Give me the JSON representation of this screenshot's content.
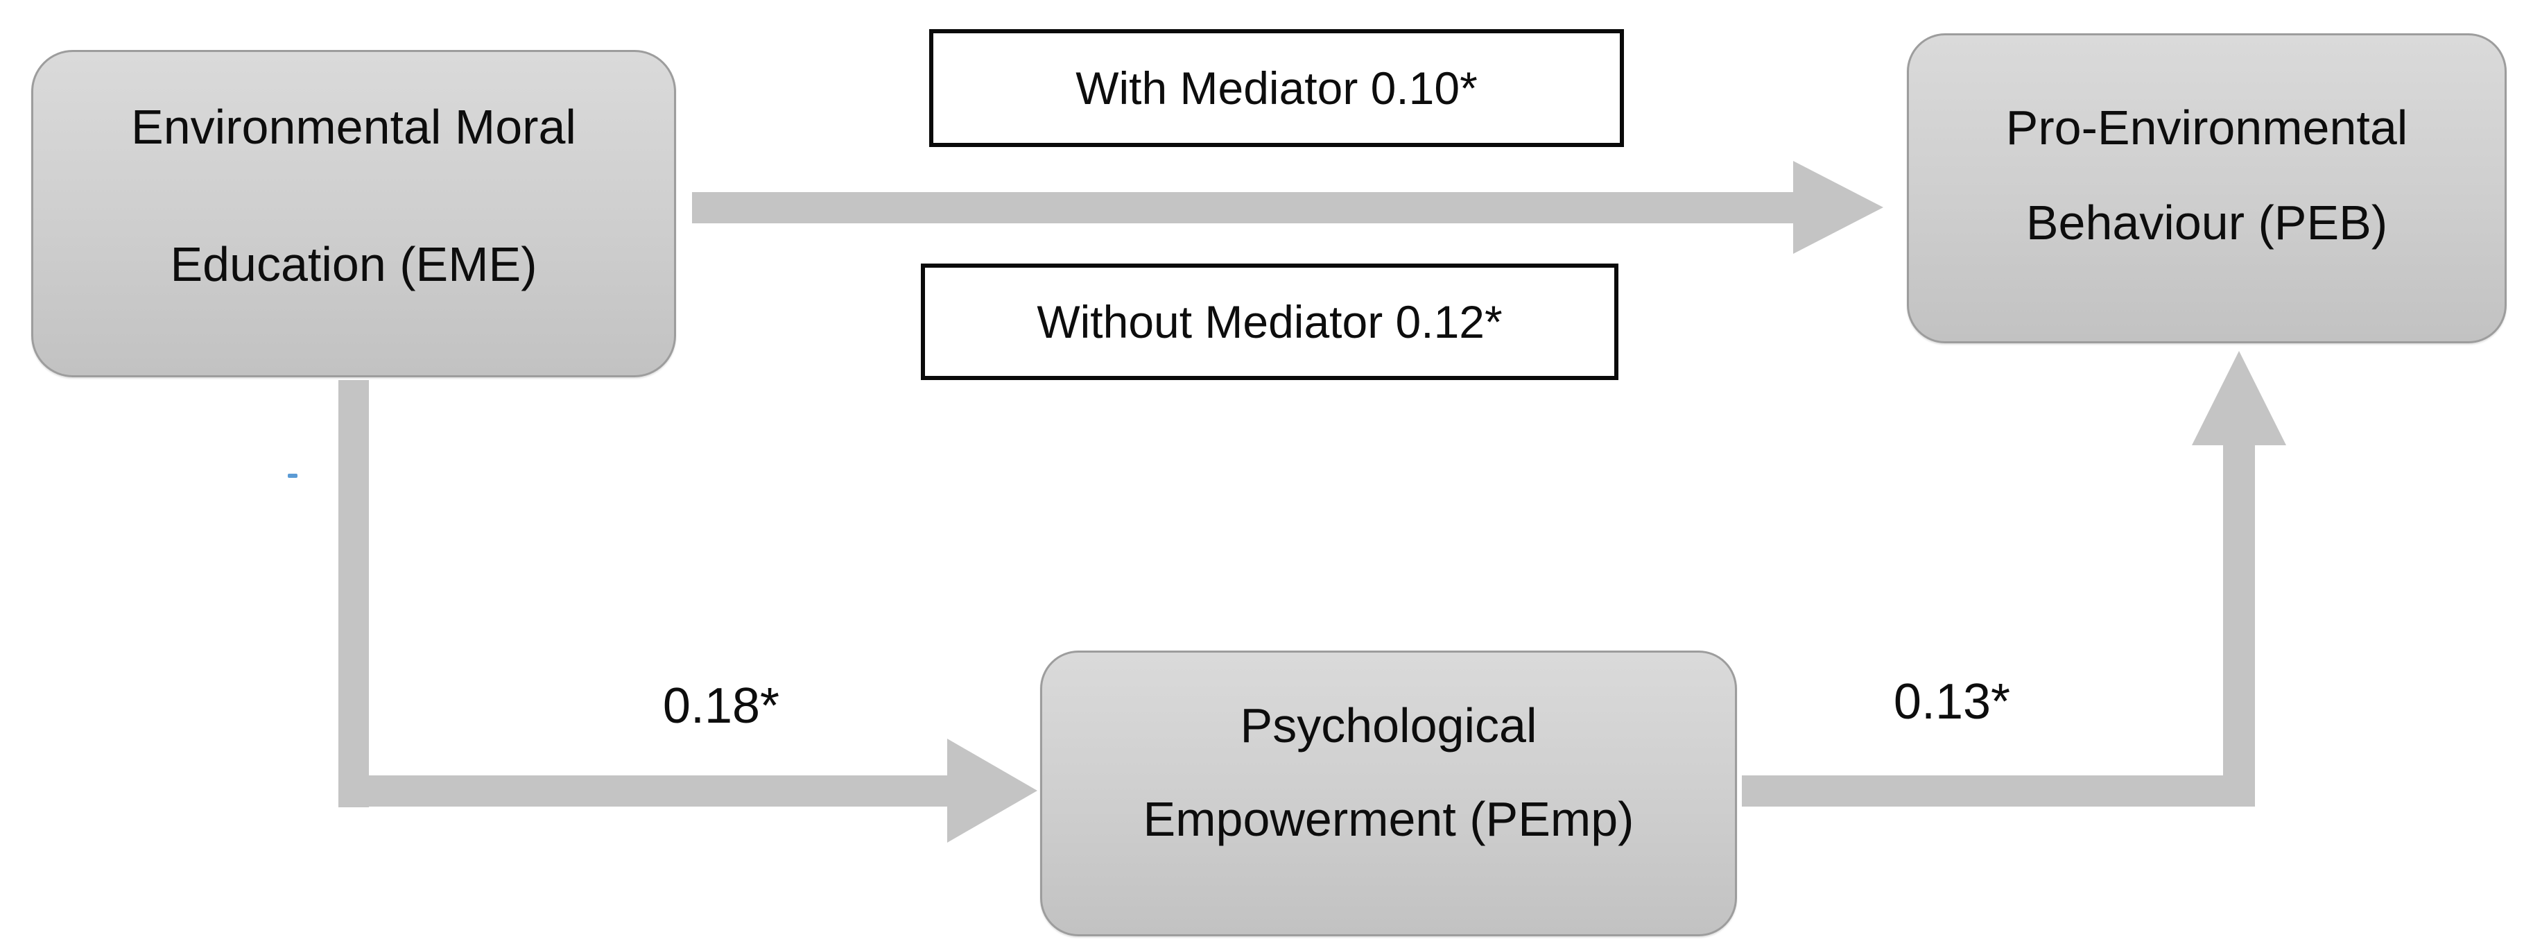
{
  "diagram": {
    "title_implicit": "Mediation model: EME -> PEmp -> PEB",
    "nodes": {
      "eme": {
        "line1": "Environmental Moral",
        "line2": "Education (EME)"
      },
      "peb": {
        "line1": "Pro-Environmental",
        "line2": "Behaviour (PEB)"
      },
      "pemp": {
        "line1": "Psychological",
        "line2": "Empowerment (PEmp)"
      }
    },
    "path_labels": {
      "with_mediator": "With Mediator 0.10*",
      "without_mediator": "Without Mediator 0.12*",
      "eme_to_pemp": "0.18*",
      "pemp_to_peb": "0.13*"
    },
    "edges": [
      {
        "from": "eme",
        "to": "peb",
        "labels": [
          "With Mediator 0.10*",
          "Without Mediator 0.12*"
        ],
        "direction": "right"
      },
      {
        "from": "eme",
        "to": "pemp",
        "labels": [
          "0.18*"
        ],
        "direction": "down-then-right"
      },
      {
        "from": "pemp",
        "to": "peb",
        "labels": [
          "0.13*"
        ],
        "direction": "right-then-up"
      }
    ],
    "colors": {
      "background": "#ffffff",
      "node_fill_top": "#dadada",
      "node_fill_bottom": "#c2c2c2",
      "node_border": "#9d9d9d",
      "connector": "#c4c4c4",
      "label_box_border": "#0a0a0a",
      "label_box_fill": "#ffffff",
      "text": "#0d0d0d",
      "stray_mark": "#5b9bd5"
    }
  }
}
